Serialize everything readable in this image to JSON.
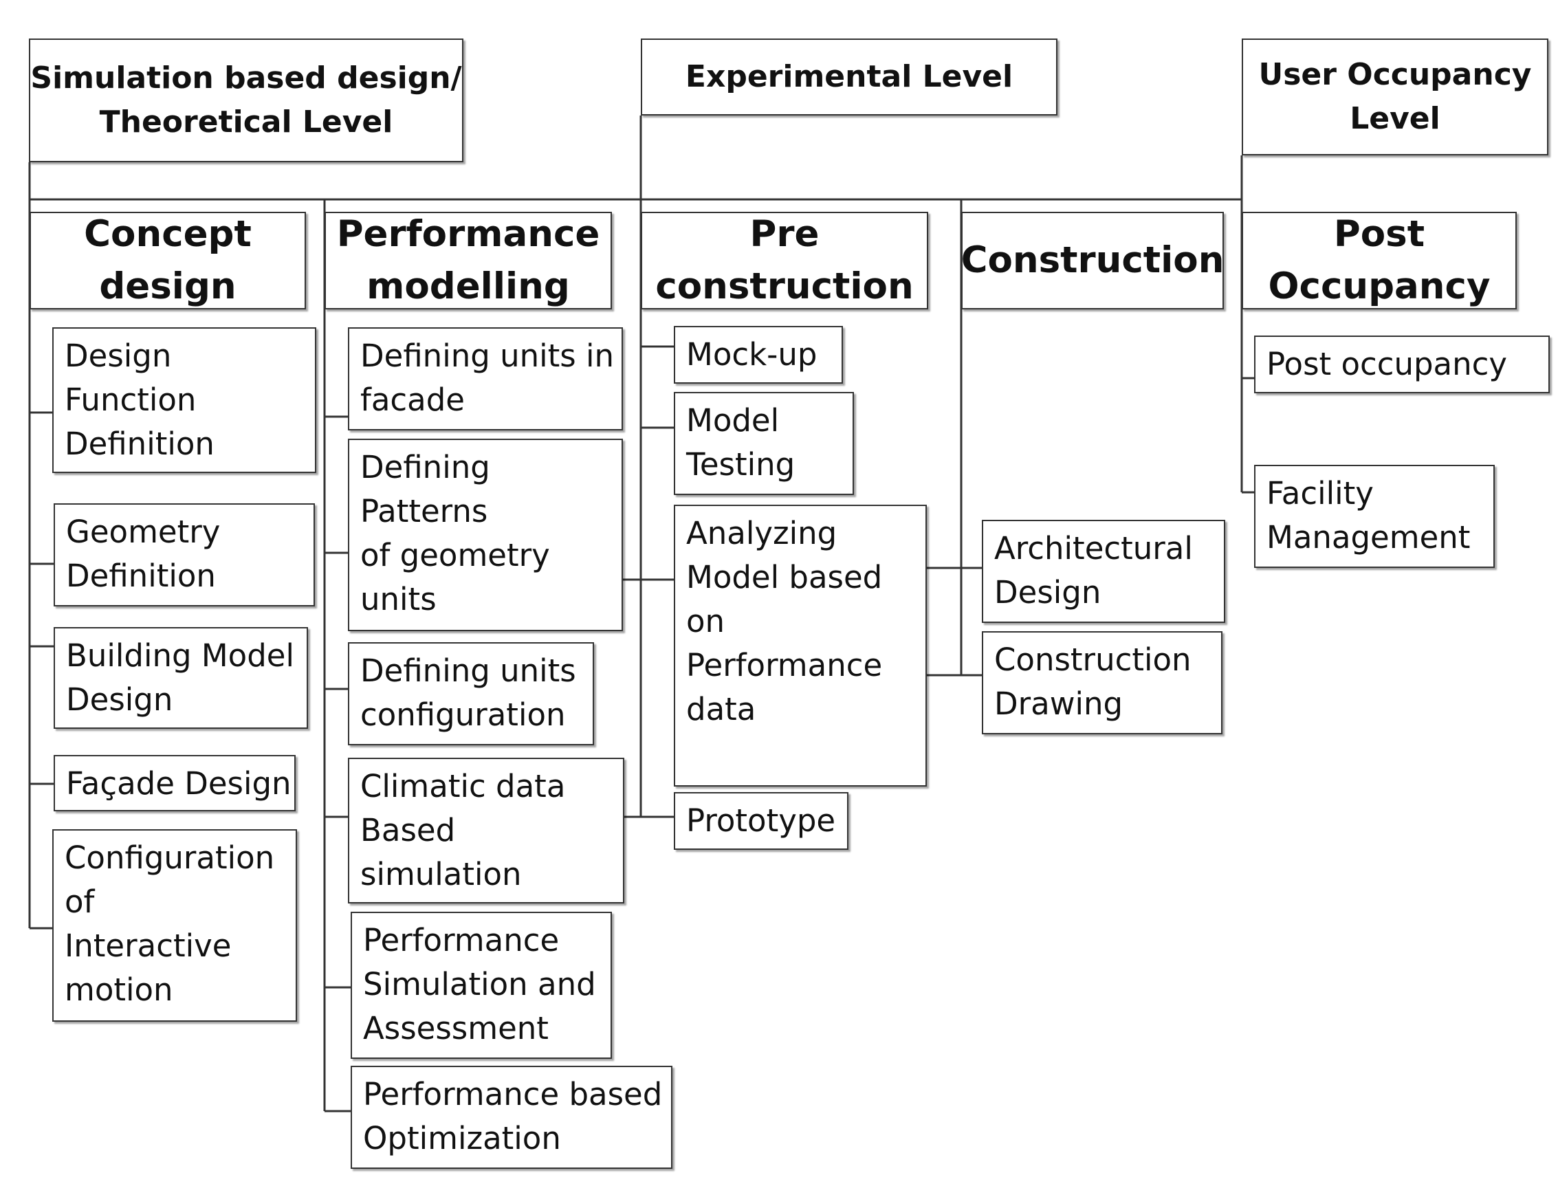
{
  "levels": {
    "theoretical": "Simulation based design/\nTheoretical Level",
    "experimental": "Experimental Level",
    "user": "User Occupancy\nLevel"
  },
  "phases": {
    "concept": "Concept\ndesign",
    "performance": "Performance\nmodelling",
    "preconstruction": "Pre\nconstruction",
    "construction": "Construction",
    "post": "Post\nOccupancy"
  },
  "concept_items": [
    "Design\nFunction\nDefinition",
    "Geometry\nDefinition",
    "Building Model\nDesign",
    "Façade Design",
    "Configuration\nof\nInteractive\nmotion"
  ],
  "performance_items": [
    "Defining units in\nfacade",
    "Defining\nPatterns\nof geometry\nunits",
    "Defining units\nconfiguration",
    "Climatic data\nBased\nsimulation",
    "Performance\nSimulation and\nAssessment",
    "Performance based\nOptimization"
  ],
  "preconstruction_items": [
    "Mock-up",
    "Model\nTesting",
    "Analyzing\nModel based\non\nPerformance\ndata",
    "Prototype"
  ],
  "construction_items": [
    "Architectural\nDesign",
    "Construction\nDrawing"
  ],
  "post_items": [
    "Post occupancy",
    "Facility\nManagement"
  ]
}
